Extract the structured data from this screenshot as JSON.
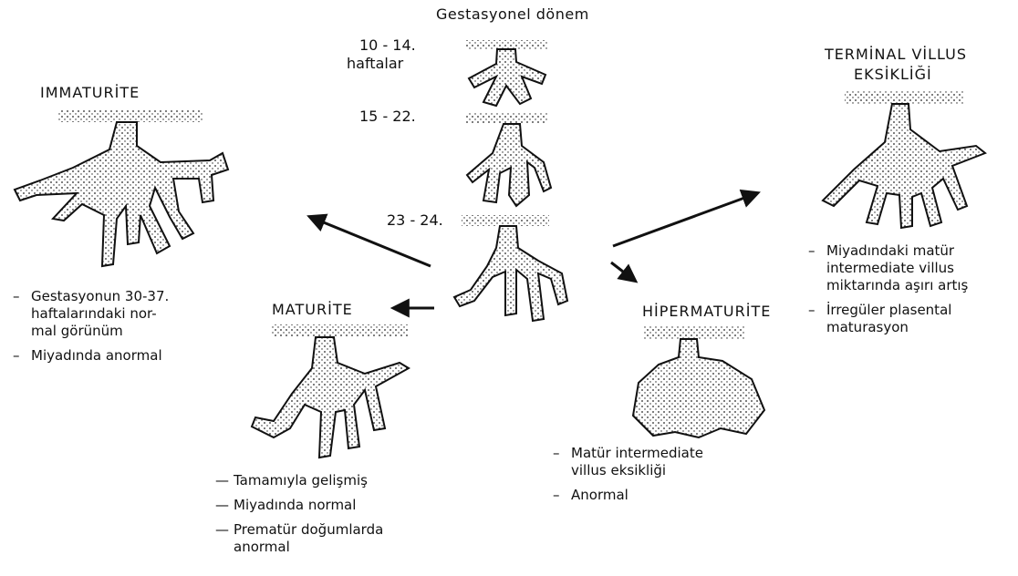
{
  "header": {
    "gestation_label": "Gestasyonel dönem"
  },
  "stages": [
    {
      "range": "10 - 14.",
      "unit": "haftalar"
    },
    {
      "range": "15 - 22.",
      "unit": ""
    },
    {
      "range": "23 - 24.",
      "unit": ""
    }
  ],
  "immaturite": {
    "title": "IMMATURİTE",
    "notes": [
      "Gestasyonun 30-37.\nhaftalarındaki nor-\nmal görünüm",
      "Miyadında anormal"
    ]
  },
  "maturite": {
    "title": "MATURİTE",
    "notes": [
      "Tamamıyla gelişmiş",
      "Miyadında normal",
      "Prematür doğumlarda\nanormal"
    ]
  },
  "hipermaturite": {
    "title": "HİPERMATURİTE",
    "notes": [
      "Matür intermediate\nvillus eksikliği",
      "Anormal"
    ]
  },
  "terminal": {
    "title_line1": "TERMİNAL VİLLUS",
    "title_line2": "EKSİKLİĞİ",
    "notes": [
      "Miyadındaki matür\nintermediate villus\nmiktarında aşırı artış",
      "İrregüler plasental\nmaturasyon"
    ]
  }
}
